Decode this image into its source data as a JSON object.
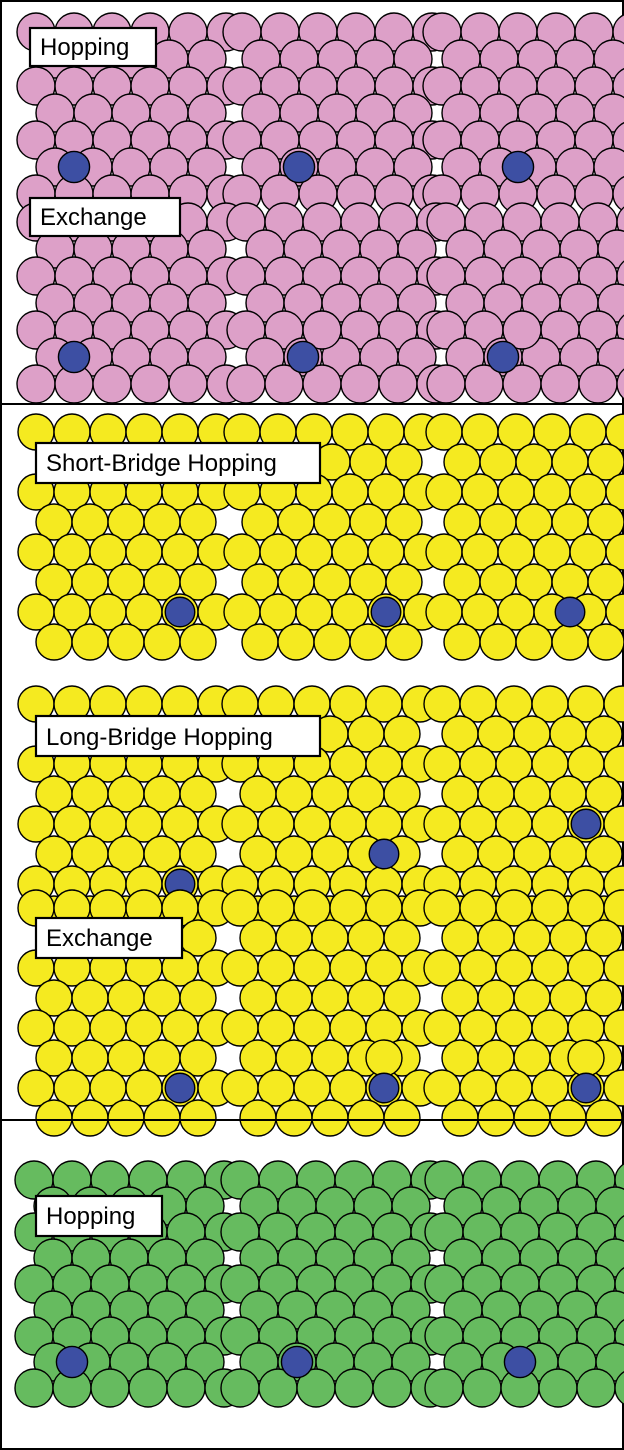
{
  "colors": {
    "pink": "#DDA0C8",
    "yellow": "#F5EA20",
    "green": "#66BB5F",
    "adatom": "#3D4FA3"
  },
  "labels": {
    "hopping_pink": "Hopping",
    "exchange_pink": "Exchange",
    "short_bridge": "Short-Bridge Hopping",
    "long_bridge": "Long-Bridge Hopping",
    "exchange_yellow": "Exchange",
    "hopping_green": "Hopping"
  },
  "rows": [
    {
      "id": "pink-hopping",
      "lattice": "pink",
      "label_key": "hopping_pink",
      "frames": [
        {
          "adatom": {
            "col": 1,
            "row": 5,
            "embedded": true
          }
        },
        {
          "adatom": {
            "col": 1.5,
            "row": 5,
            "embedded": true
          }
        },
        {
          "adatom": {
            "col": 2,
            "row": 5,
            "embedded": true
          }
        }
      ]
    },
    {
      "id": "pink-exchange",
      "lattice": "pink",
      "label_key": "exchange_pink",
      "frames": [
        {
          "adatom": {
            "col": 1,
            "row": 5,
            "embedded": true
          }
        },
        {
          "adatom": {
            "col": 1.5,
            "row": 5,
            "embedded": true
          },
          "extra": {
            "col": 2,
            "row": 4
          }
        },
        {
          "adatom": {
            "col": 1.5,
            "row": 5,
            "embedded": true
          },
          "extra": {
            "col": 2,
            "row": 4
          }
        }
      ]
    },
    {
      "id": "yellow-short",
      "lattice": "yellow",
      "label_key": "short_bridge",
      "frames": [
        {
          "adatom": {
            "col": 4,
            "row": 6
          }
        },
        {
          "adatom": {
            "col": 4,
            "row": 6
          }
        },
        {
          "adatom": {
            "col": 3.5,
            "row": 6
          }
        }
      ]
    },
    {
      "id": "yellow-long",
      "lattice": "yellow",
      "label_key": "long_bridge",
      "frames": [
        {
          "adatom": {
            "col": 4,
            "row": 6
          }
        },
        {
          "adatom": {
            "col": 4,
            "row": 5
          }
        },
        {
          "adatom": {
            "col": 4,
            "row": 4
          }
        }
      ]
    },
    {
      "id": "yellow-exchange",
      "lattice": "yellow",
      "label_key": "exchange_yellow",
      "frames": [
        {
          "adatom": {
            "col": 4,
            "row": 6
          }
        },
        {
          "adatom": {
            "col": 4,
            "row": 6
          },
          "extra": {
            "col": 4,
            "row": 5
          }
        },
        {
          "adatom": {
            "col": 4,
            "row": 6
          },
          "extra": {
            "col": 4,
            "row": 5
          }
        }
      ]
    },
    {
      "id": "green-hopping",
      "lattice": "green",
      "label_key": "hopping_green",
      "frames": [
        {
          "adatom": {
            "col": 1,
            "row": 7
          }
        },
        {
          "adatom": {
            "col": 1.5,
            "row": 7
          }
        },
        {
          "adatom": {
            "col": 2,
            "row": 7
          }
        }
      ]
    }
  ]
}
